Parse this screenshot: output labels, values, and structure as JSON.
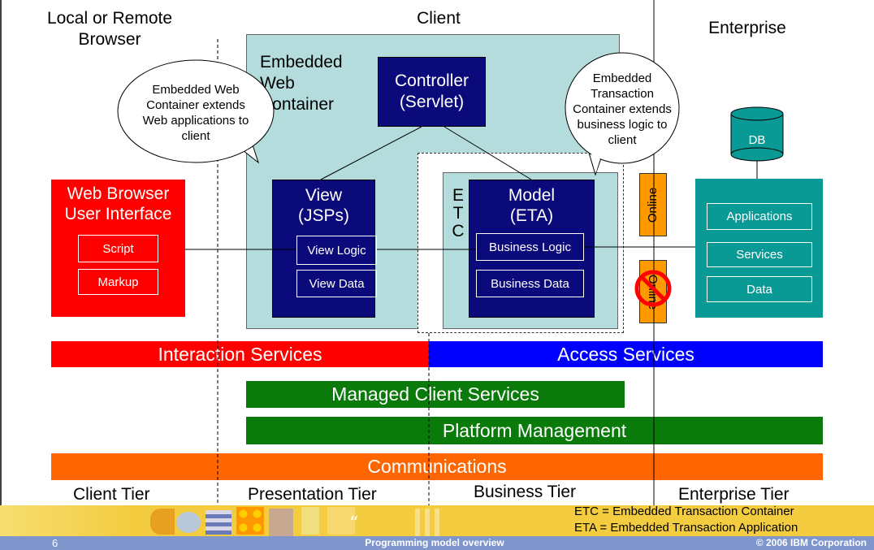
{
  "headers": {
    "local_browser": "Local or Remote\nBrowser",
    "client": "Client",
    "enterprise": "Enterprise"
  },
  "web_container": {
    "title": "Embedded\nWeb\nContainer",
    "controller": "Controller\n(Servlet)",
    "view_title": "View\n(JSPs)",
    "view_logic": "View Logic",
    "view_data": "View Data"
  },
  "etc": {
    "label": "E\nT\nC",
    "model_title": "Model\n(ETA)",
    "business_logic": "Business Logic",
    "business_data": "Business Data"
  },
  "callouts": {
    "web_container": "Embedded Web\nContainer extends\nWeb applications to\nclient",
    "transaction_container": "Embedded\nTransaction\nContainer extends\nbusiness logic to\nclient"
  },
  "web_browser": {
    "title": "Web Browser\nUser Interface",
    "script": "Script",
    "markup": "Markup"
  },
  "online": {
    "online_label": "Online",
    "offline_label": "Online"
  },
  "db": {
    "label": "DB"
  },
  "enterprise_box": {
    "applications": "Applications",
    "services": "Services",
    "data": "Data"
  },
  "bars": {
    "interaction": "Interaction Services",
    "access": "Access Services",
    "managed": "Managed Client Services",
    "platform": "Platform Management",
    "communications": "Communications"
  },
  "tiers": {
    "client": "Client Tier",
    "presentation": "Presentation Tier",
    "business": "Business Tier",
    "enterprise": "Enterprise Tier"
  },
  "legend": {
    "etc": "ETC = Embedded Transaction Container",
    "eta": "ETA = Embedded Transaction Application"
  },
  "footer": {
    "page": "6",
    "title": "Programming model overview",
    "copyright": "© 2006 IBM Corporation"
  },
  "colors": {
    "navy": "#0a0a7a",
    "light_cyan": "#b4dcdc",
    "red": "#ff0000",
    "teal": "#0a9a96",
    "orange": "#ff9900",
    "blue": "#0000ff",
    "green": "#0a7a0a",
    "comm_orange": "#ff6600",
    "footer_yellow": "#f0c830",
    "footer_blue": "#7f96cc"
  }
}
